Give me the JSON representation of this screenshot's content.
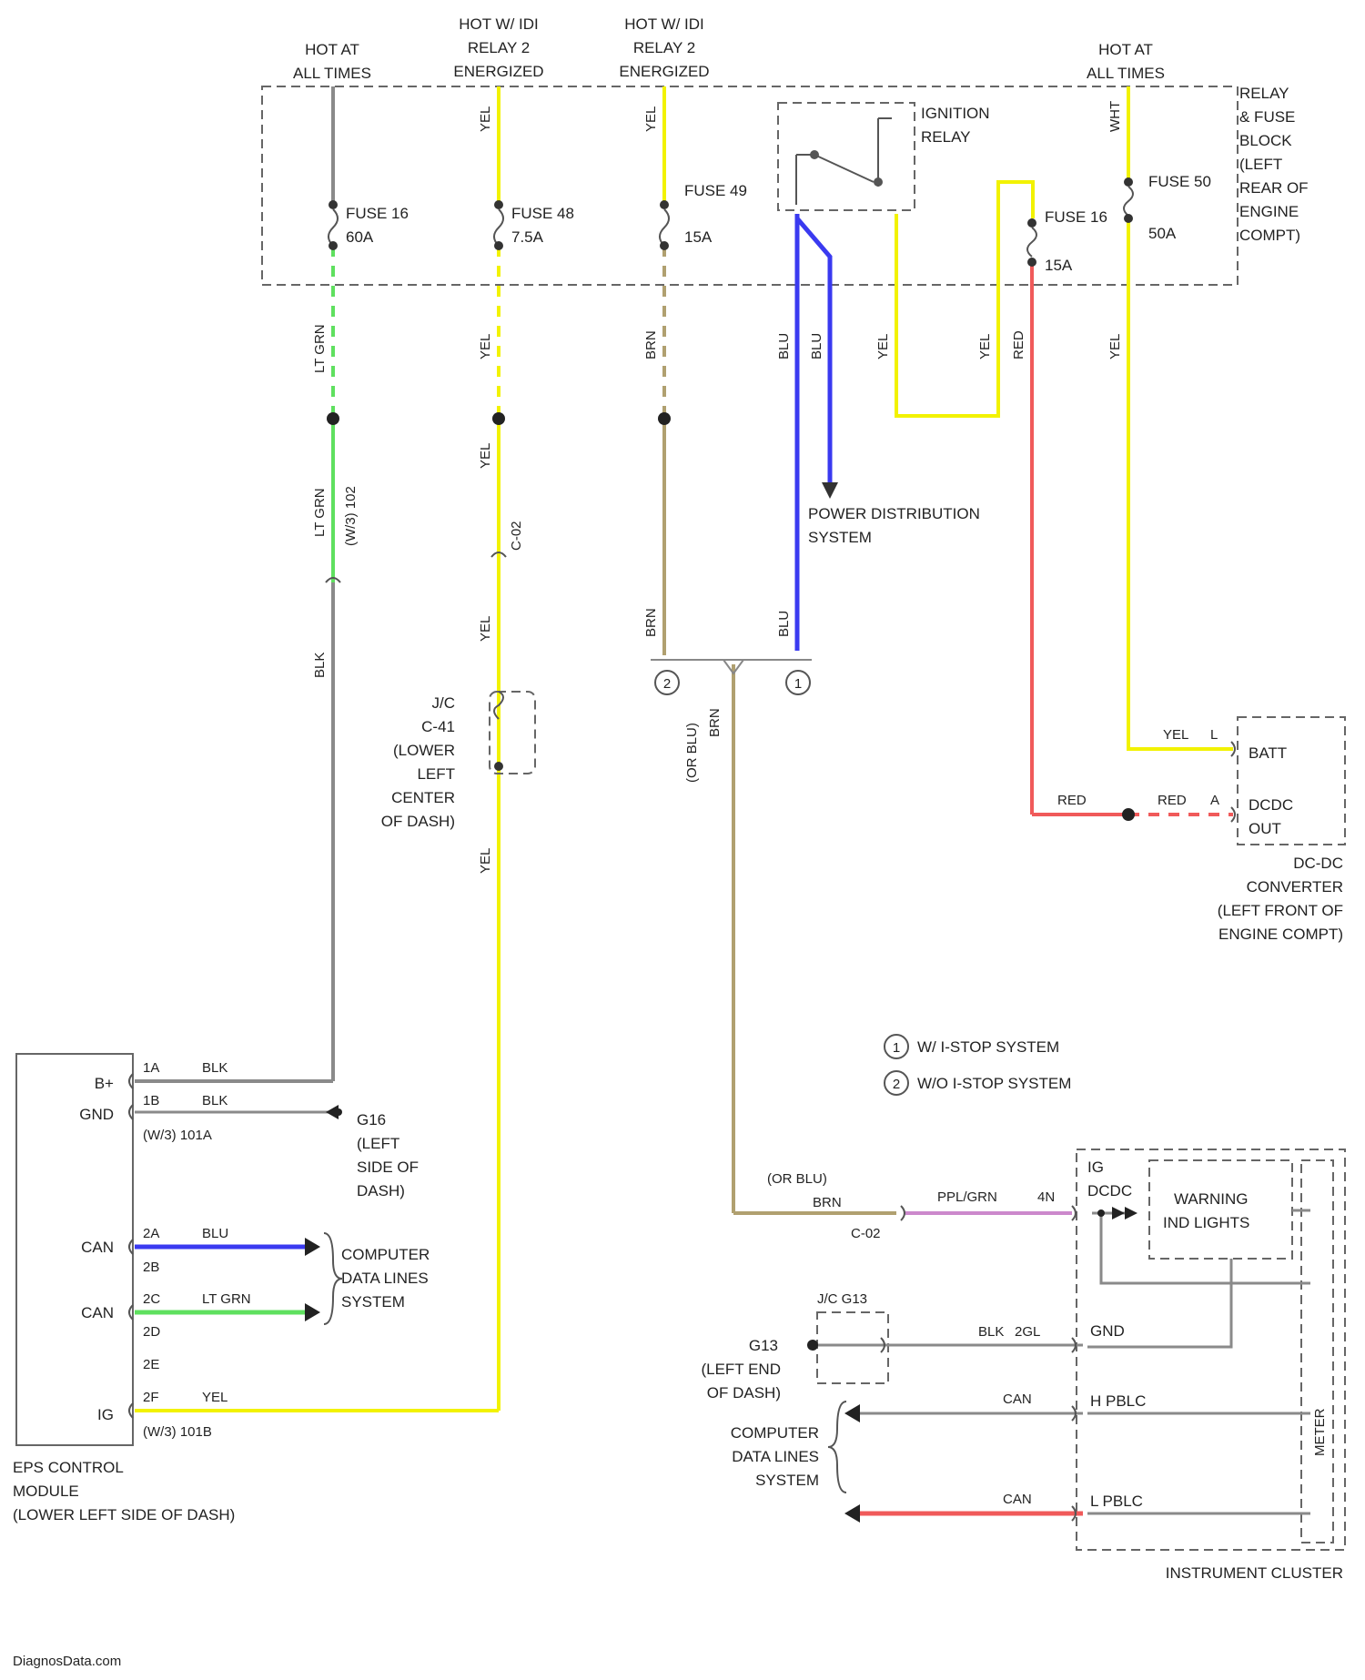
{
  "source": {
    "hot_all_times": "HOT AT ALL TIMES",
    "relay2_w_istop": "HOT W/ IDI RELAY 2 ENERGIZED",
    "relay2_wo_istop": "HOT W/ IDI RELAY 2 ENERGIZED",
    "hot_all_times_right": "HOT AT ALL TIMES"
  },
  "relay_block": {
    "title": "RELAY & FUSE BLOCK (LEFT REAR OF ENGINE COMPT)",
    "ignition_relay": "IGNITION RELAY",
    "fuses": [
      {
        "name": "FUSE 16",
        "rating": "60A"
      },
      {
        "name": "FUSE 48",
        "rating": "7.5A"
      },
      {
        "name": "FUSE 49",
        "rating": "15A"
      },
      {
        "name": "FUSE 16",
        "rating": "15A"
      },
      {
        "name": "FUSE 50",
        "rating": "50A"
      }
    ]
  },
  "wires": {
    "lt_grn": "LT GRN",
    "yel": "YEL",
    "brn": "BRN",
    "blu": "BLU",
    "red": "RED",
    "blk": "BLK",
    "or_blu": "(OR BLU)",
    "ppl_grn": "PPL/GRN"
  },
  "connectors": {
    "c02_left": "C-02",
    "c02_mid": "C-02",
    "c02_bottom": "C-02",
    "jc_c41": "J/C C-41 (LOWER LEFT CENTER OF DASH)",
    "jc_c41_l1": "J/C",
    "jc_c41_l2": "C-41",
    "jc_c41_l3": "(LOWER",
    "jc_c41_l4": "LEFT",
    "jc_c41_l5": "CENTER",
    "jc_c41_l6": "OF DASH)",
    "jc_g13": "J/C G13"
  },
  "power_distribution": {
    "line1": "POWER DISTRIBUTION",
    "line2": "SYSTEM"
  },
  "dcdc": {
    "batt": "BATT",
    "dcdc_out_1": "DCDC",
    "dcdc_out_2": "OUT",
    "pin_l": "L",
    "pin_a": "A",
    "yel_label": "YEL",
    "red_label_1": "RED",
    "red_label_2": "RED",
    "name_1": "DC-DC",
    "name_2": "CONVERTER",
    "name_3": "(LEFT FRONT OF",
    "name_4": "ENGINE COMPT)"
  },
  "eps": {
    "pins": [
      {
        "label": "B+",
        "num": "1A",
        "wire": "BLK"
      },
      {
        "label": "GND",
        "num": "1B",
        "wire": "BLK"
      },
      {
        "label": "CAN",
        "num": "2A",
        "wire": "BLU"
      },
      {
        "label": "CAN",
        "num": "2C",
        "wire": "LT GRN"
      },
      {
        "label": "IG",
        "num": "2F",
        "wire": "YEL"
      }
    ],
    "extra_pins": [
      "2B",
      "2D",
      "2E"
    ],
    "conn_a": "(W/3) 101A",
    "conn_b": "(W/3) 101B",
    "name_1": "EPS CONTROL",
    "name_2": "MODULE",
    "name_3": "(LOWER LEFT SIDE OF DASH)"
  },
  "ground_g16": {
    "id": "G16",
    "l1": "(LEFT",
    "l2": "SIDE OF",
    "l3": "DASH)"
  },
  "computer_data_lines": {
    "l1": "COMPUTER",
    "l2": "DATA LINES",
    "l3": "SYSTEM"
  },
  "legend": [
    {
      "num": "1",
      "text": "W/ I-STOP SYSTEM"
    },
    {
      "num": "2",
      "text": "W/O I-STOP SYSTEM"
    }
  ],
  "cluster": {
    "ig_dcdc_1": "IG",
    "ig_dcdc_2": "DCDC",
    "warning_1": "WARNING",
    "warning_2": "IND LIGHTS",
    "gnd": "GND",
    "h_pblc": "H PBLC",
    "l_pblc": "L PBLC",
    "name": "INSTRUMENT CLUSTER",
    "pin_4n": "4N",
    "wire_blk_gnd": "BLK",
    "pin_gnd": "2GL",
    "can_h": "CAN",
    "can_l": "CAN",
    "meter": "METER"
  },
  "ground_g13": {
    "id": "G13",
    "l1": "(LEFT END",
    "l2": "OF DASH)"
  },
  "watermark": "DiagnosData.com",
  "colors": {
    "gray": "#8a8a8a",
    "yellow": "#f2f200",
    "green": "#5fe05f",
    "blue": "#3a3af0",
    "tan": "#b0a070",
    "red": "#f05a5a",
    "violet": "#cc88cc"
  }
}
